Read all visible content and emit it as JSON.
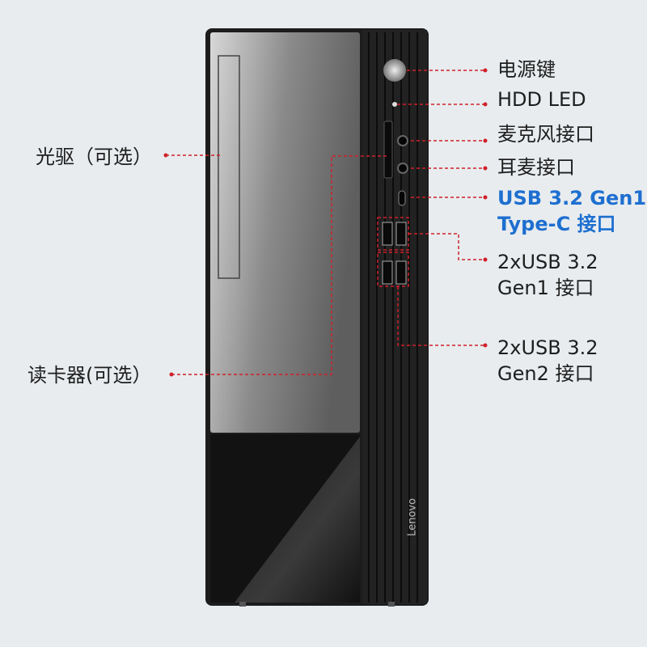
{
  "left_labels": {
    "optical_drive": "光驱（可选）",
    "card_reader": "读卡器(可选）"
  },
  "right_labels": {
    "power": "电源键",
    "hdd_led": "HDD LED",
    "mic": "麦克风接口",
    "headset": "耳麦接口",
    "typec_line1": "USB 3.2 Gen1",
    "typec_line2": "Type-C 接口",
    "gen1_line1": "2xUSB 3.2",
    "gen1_line2": "Gen1 接口",
    "gen2_line1": "2xUSB 3.2",
    "gen2_line2": "Gen2 接口"
  },
  "brand_logo": "Lenovo",
  "colors": {
    "background": "#e8ecef",
    "callout": "#d0202a",
    "highlight": "#1e6fd0"
  }
}
